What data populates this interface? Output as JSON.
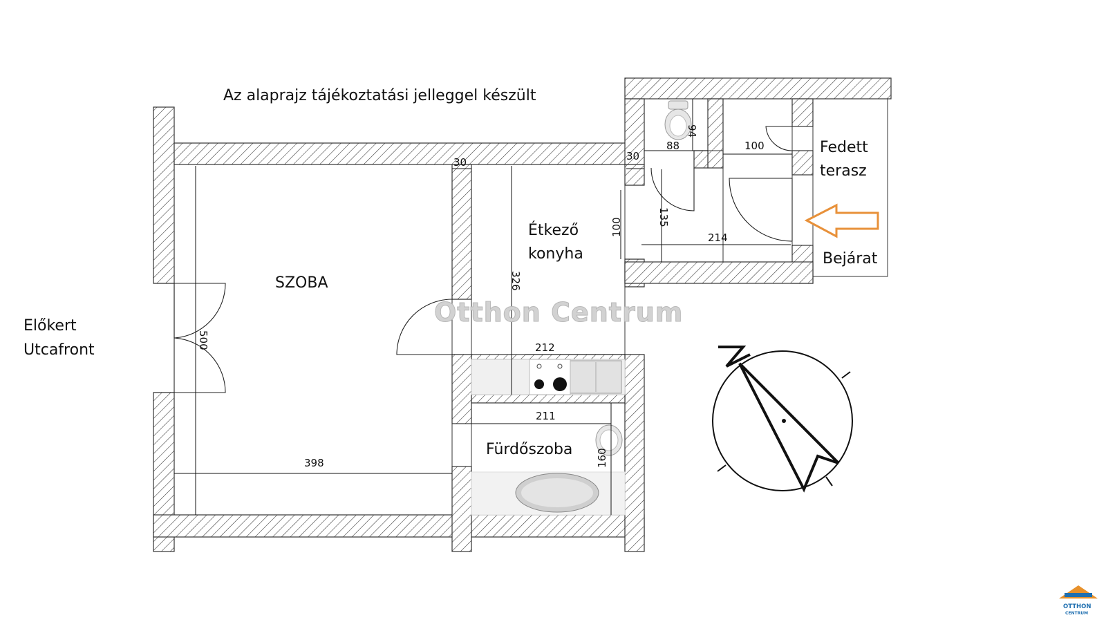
{
  "note": "Az alaprajz tájékoztatási jelleggel készült",
  "rooms": {
    "szoba": "SZOBA",
    "etkezo_line1": "Étkező",
    "etkezo_line2": "konyha",
    "furdo": "Fürdőszoba",
    "terasz_line1": "Fedett",
    "terasz_line2": "terasz",
    "bejarat": "Bejárat",
    "elokert": "Előkert",
    "utcafront": "Utcafront"
  },
  "dimensions": {
    "d30a": "30",
    "d30b": "30",
    "d94": "94",
    "d88": "88",
    "d100a": "100",
    "d100b": "100",
    "d135": "135",
    "d214": "214",
    "d326": "326",
    "d500": "500",
    "d212": "212",
    "d211": "211",
    "d160": "160",
    "d398": "398"
  },
  "watermark": "Otthon Centrum",
  "logo": {
    "line1": "OTTHON",
    "line2": "CENTRUM",
    "roof_color": "#e8912b",
    "text_color": "#1f6fb0"
  },
  "entrance_arrow_color": "#e8913a"
}
